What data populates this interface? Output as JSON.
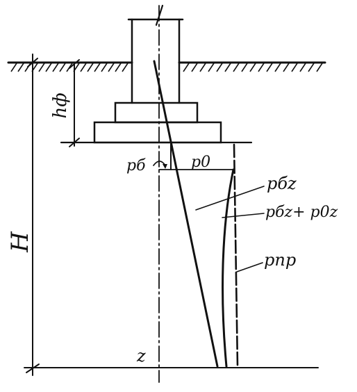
{
  "diagram": {
    "labels": {
      "depth_total": "H",
      "foundation_depth": "hф",
      "natural_pressure": "pб",
      "additional_pressure": "p0",
      "natural_pressure_z": "pбz",
      "sum_pressure_z": "pбz+ p0z",
      "limit_pressure": "pпр",
      "depth_variable": "z"
    },
    "colors": {
      "ink": "#111111",
      "background": "#ffffff"
    }
  }
}
